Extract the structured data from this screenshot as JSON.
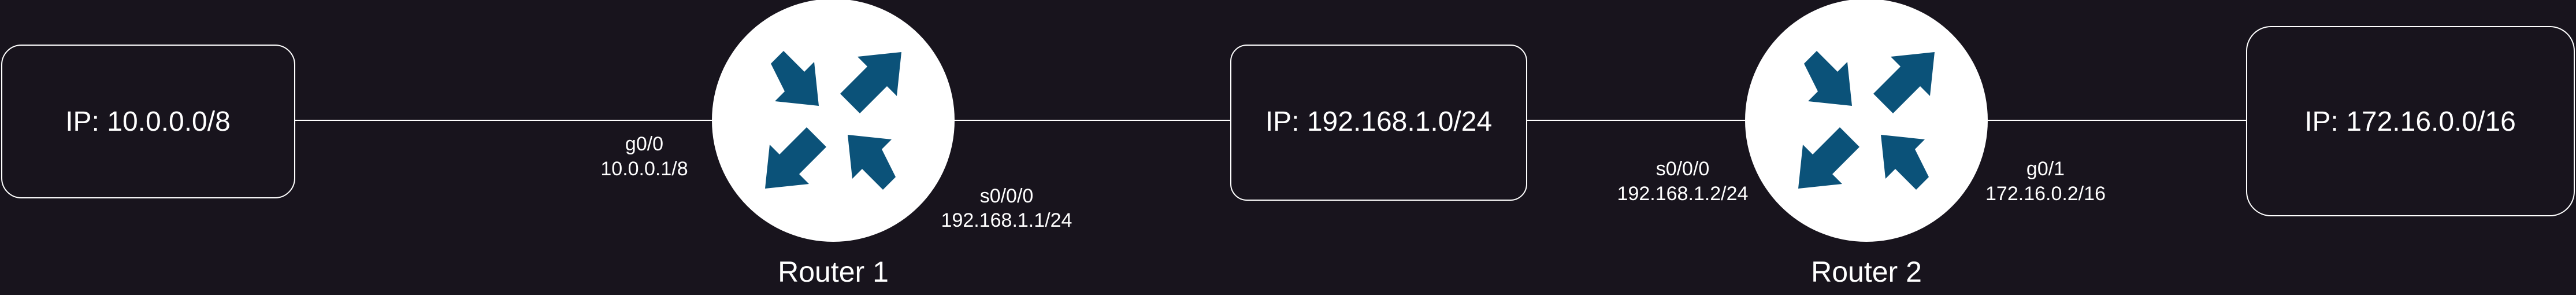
{
  "colors": {
    "background": "#18141d",
    "line": "#ffffff",
    "router_fill": "#ffffff",
    "router_arrow": "#0b5279"
  },
  "networks": [
    {
      "label": "IP: 10.0.0.0/8"
    },
    {
      "label": "IP: 192.168.1.0/24"
    },
    {
      "label": "IP: 172.16.0.0/16"
    }
  ],
  "routers": [
    {
      "name": "Router 1",
      "icon": "router-icon",
      "interfaces": [
        {
          "name": "g0/0",
          "address": "10.0.0.1/8"
        },
        {
          "name": "s0/0/0",
          "address": "192.168.1.1/24"
        }
      ]
    },
    {
      "name": "Router 2",
      "icon": "router-icon",
      "interfaces": [
        {
          "name": "s0/0/0",
          "address": "192.168.1.2/24"
        },
        {
          "name": "g0/1",
          "address": "172.16.0.2/16"
        }
      ]
    }
  ]
}
